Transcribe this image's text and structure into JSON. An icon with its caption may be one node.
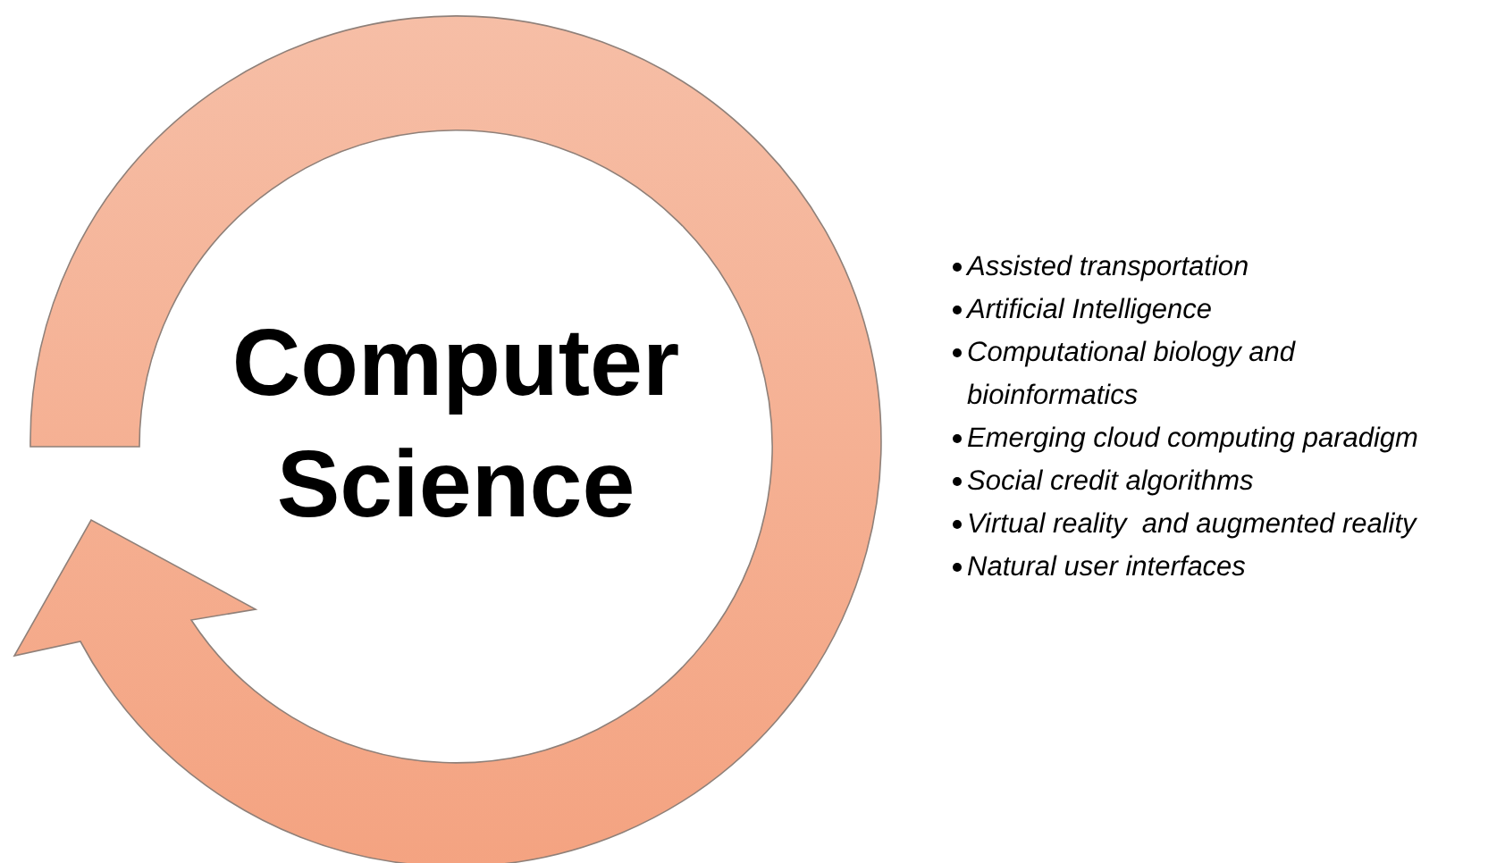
{
  "diagram": {
    "nodes": [
      {
        "text": [
          "Computer Science"
        ]
      }
    ],
    "edges": [],
    "labels": [
      "Assisted transportation",
      "Artificial Intelligence",
      "Computational biology and bioinformatics",
      "Emerging cloud computing paradigm",
      "Social credit algorithms",
      "Virtual reality  and augmented reality",
      "Natural user interfaces"
    ]
  }
}
